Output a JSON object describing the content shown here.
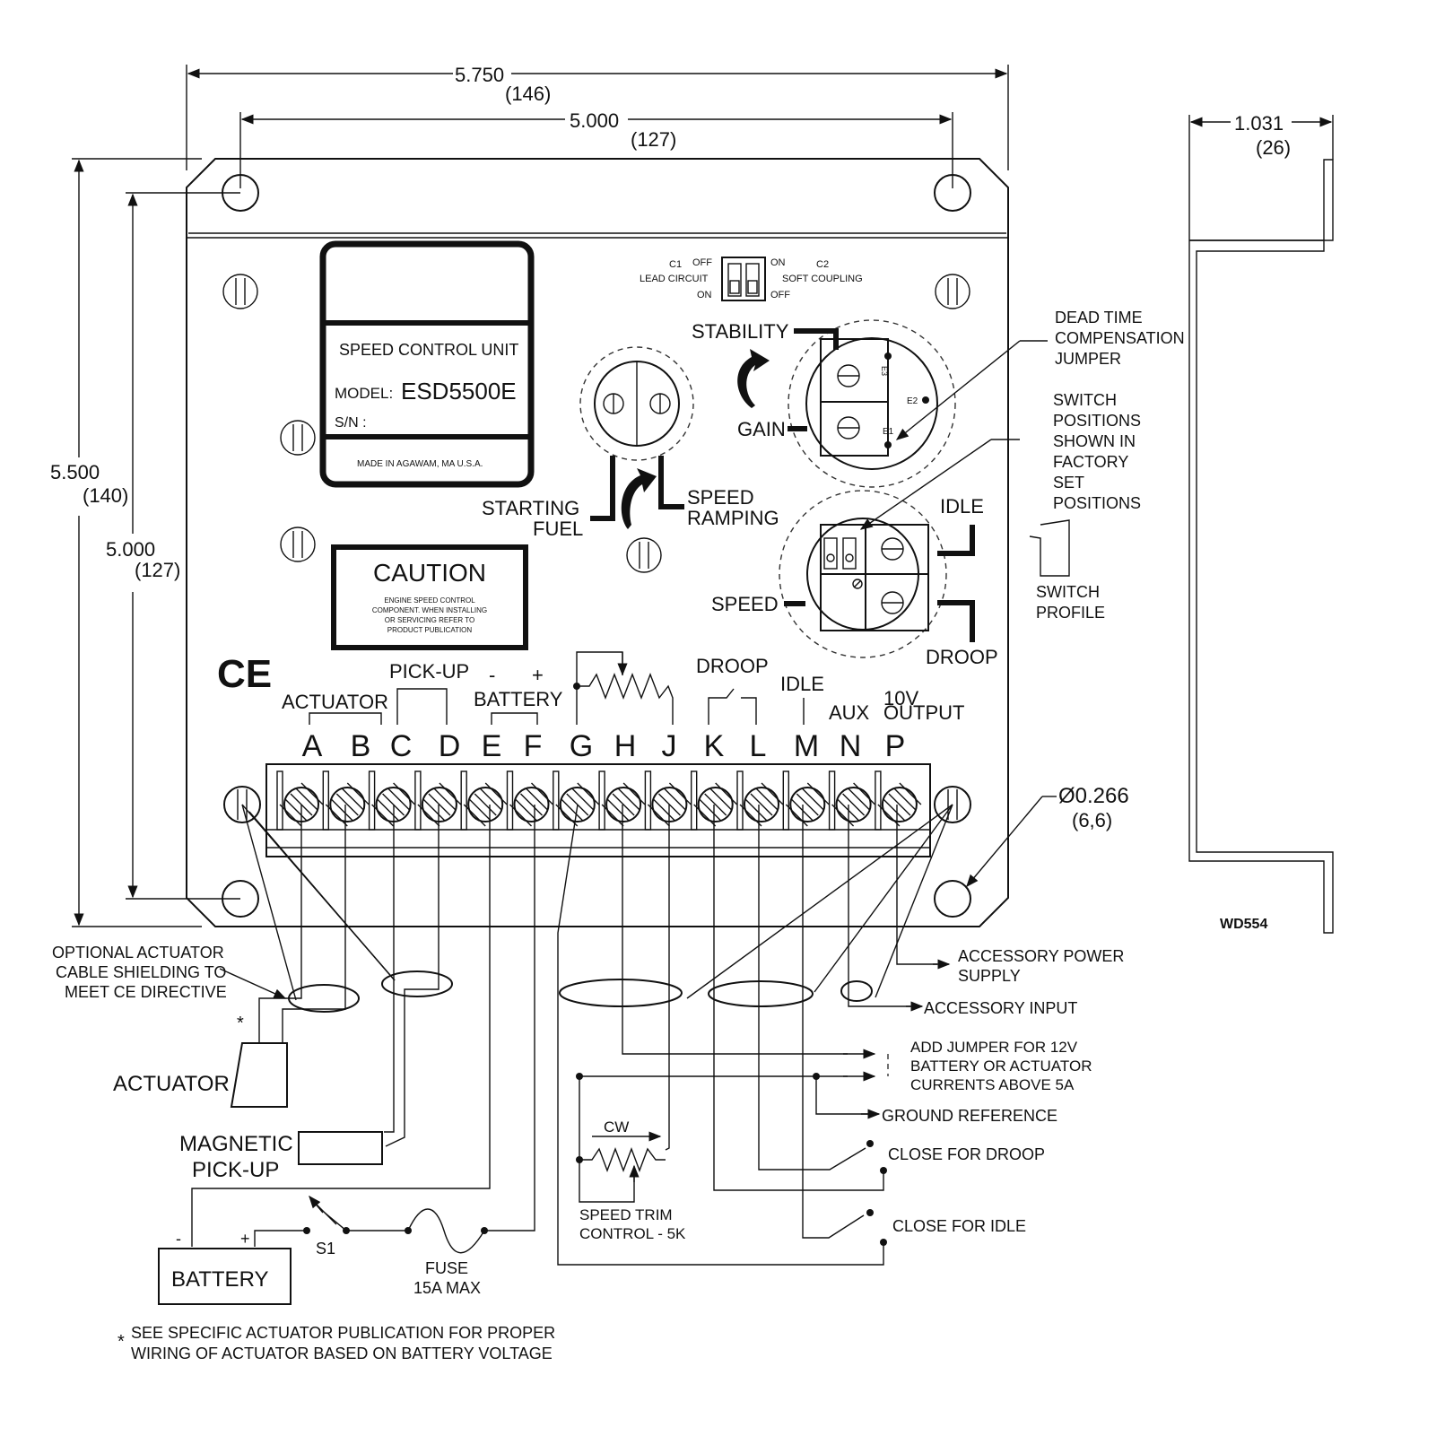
{
  "dimensions": {
    "overall_width": "5.750",
    "overall_width_mm": "(146)",
    "hole_width": "5.000",
    "hole_width_mm": "(127)",
    "depth": "1.031",
    "depth_mm": "(26)",
    "overall_height": "5.500",
    "overall_height_mm": "(140)",
    "hole_height": "5.000",
    "hole_height_mm": "(127)",
    "hole_dia": "Ø0.266",
    "hole_dia_mm": "(6,6)"
  },
  "label_plate": {
    "title": "SPEED CONTROL UNIT",
    "model_prefix": "MODEL:",
    "model": "ESD5500E",
    "sn": "S/N :",
    "made_in": "MADE IN AGAWAM, MA  U.S.A."
  },
  "caution": {
    "title": "CAUTION",
    "lines": [
      "ENGINE SPEED CONTROL",
      "COMPONENT. WHEN INSTALLING",
      "OR SERVICING REFER TO",
      "PRODUCT PUBLICATION"
    ]
  },
  "dip_switch": {
    "c1": "C1",
    "c1_off": "OFF",
    "c1_name": "LEAD CIRCUIT",
    "c1_on": "ON",
    "c2_on": "ON",
    "c2": "C2",
    "c2_name": "SOFT COUPLING",
    "c2_off": "OFF"
  },
  "adjusters": {
    "stability": "STABILITY",
    "gain": "GAIN",
    "e1": "E1",
    "e2": "E2",
    "e3": "E3",
    "starting": "STARTING",
    "fuel": "FUEL",
    "speed_ramp_1": "SPEED",
    "speed_ramp_2": "RAMPING",
    "idle": "IDLE",
    "speed": "SPEED",
    "droop": "DROOP"
  },
  "callouts": {
    "dead_time": [
      "DEAD TIME",
      "COMPENSATION",
      "JUMPER"
    ],
    "switch_positions": [
      "SWITCH",
      "POSITIONS",
      "SHOWN IN",
      "FACTORY",
      "SET",
      "POSITIONS"
    ],
    "switch_profile": [
      "SWITCH",
      "PROFILE"
    ]
  },
  "terminal_groups": {
    "actuator": "ACTUATOR",
    "pickup": "PICK-UP",
    "minus": "-",
    "plus": "+",
    "battery": "BATTERY",
    "droop": "DROOP",
    "idle": "IDLE",
    "aux": "AUX",
    "v10": "10V",
    "output": "OUTPUT"
  },
  "terminals": [
    "A",
    "B",
    "C",
    "D",
    "E",
    "F",
    "G",
    "H",
    "J",
    "K",
    "L",
    "M",
    "N",
    "P"
  ],
  "ce_mark": "CE",
  "wiring": {
    "shield_note": [
      "OPTIONAL ACTUATOR",
      "CABLE SHIELDING TO",
      "MEET CE DIRECTIVE"
    ],
    "star": "*",
    "actuator": "ACTUATOR",
    "magnetic_1": "MAGNETIC",
    "magnetic_2": "PICK-UP",
    "battery": "BATTERY",
    "bat_minus": "-",
    "bat_plus": "+",
    "s1": "S1",
    "fuse_1": "FUSE",
    "fuse_2": "15A MAX",
    "cw": "CW",
    "trim_1": "SPEED TRIM",
    "trim_2": "CONTROL - 5K",
    "acc_power_1": "ACCESSORY POWER",
    "acc_power_2": "SUPPLY",
    "acc_input": "ACCESSORY INPUT",
    "jumper_1": "ADD JUMPER FOR 12V",
    "jumper_2": "BATTERY OR ACTUATOR",
    "jumper_3": "CURRENTS ABOVE 5A",
    "ground_ref": "GROUND REFERENCE",
    "close_droop": "CLOSE FOR DROOP",
    "close_idle": "CLOSE FOR IDLE",
    "footnote_star": "*",
    "footnote_1": "SEE SPECIFIC ACTUATOR PUBLICATION FOR PROPER",
    "footnote_2": "WIRING OF ACTUATOR BASED ON BATTERY VOLTAGE"
  },
  "drawing_no": "WD554"
}
